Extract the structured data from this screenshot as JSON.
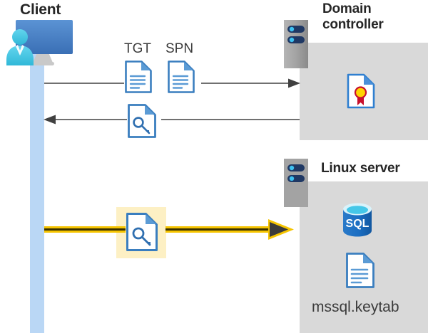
{
  "diagram": {
    "title": "Kerberos authentication flow between client, domain controller and Linux server",
    "background_color": "#ffffff"
  },
  "colors": {
    "panel_gray": "#d9d9d9",
    "lifeline_blue": "#bad7f5",
    "highlight_yellow": "#fdf0c4",
    "arrow_gray": "#404040",
    "arrow_yellow": "#f5c400",
    "doc_blue": "#3a7ebf",
    "sql_blue": "#1b6ec2",
    "cert_red": "#c8102e",
    "cert_gold": "#ffd500",
    "rack_gray": "#9d9d9d",
    "rack_navy": "#1f3864",
    "rack_dot": "#3dc0f0",
    "title_text": "#262626",
    "label_text": "#3b3b3b"
  },
  "client": {
    "title": "Client",
    "icon": "user-with-monitor-icon",
    "lifeline": "client-lifeline"
  },
  "domain_controller": {
    "title": "Domain controller",
    "rack_icon": "server-rack-icon",
    "contents": [
      {
        "icon": "certificate-document-icon",
        "name": "certificate-icon"
      }
    ]
  },
  "linux_server": {
    "title": "Linux server",
    "rack_icon": "server-rack-icon",
    "contents": [
      {
        "icon": "sql-database-icon",
        "label": "SQL"
      },
      {
        "icon": "document-icon",
        "label": "mssql.keytab"
      }
    ]
  },
  "flows": [
    {
      "id": "request",
      "direction": "client-to-domain-controller",
      "style": "solid-gray-arrow",
      "labels": [
        "TGT",
        "SPN"
      ],
      "icons": [
        "document-icon",
        "document-icon"
      ]
    },
    {
      "id": "response",
      "direction": "domain-controller-to-client",
      "style": "solid-gray-arrow",
      "labels": [],
      "icons": [
        "key-document-icon"
      ]
    },
    {
      "id": "service-ticket",
      "direction": "client-to-linux-server",
      "style": "thick-yellow-arrow",
      "labels": [],
      "icons": [
        "key-document-icon"
      ],
      "highlighted": true
    }
  ],
  "labels": {
    "tgt": "TGT",
    "spn": "SPN",
    "keytab_file": "mssql.keytab",
    "sql_text": "SQL"
  }
}
